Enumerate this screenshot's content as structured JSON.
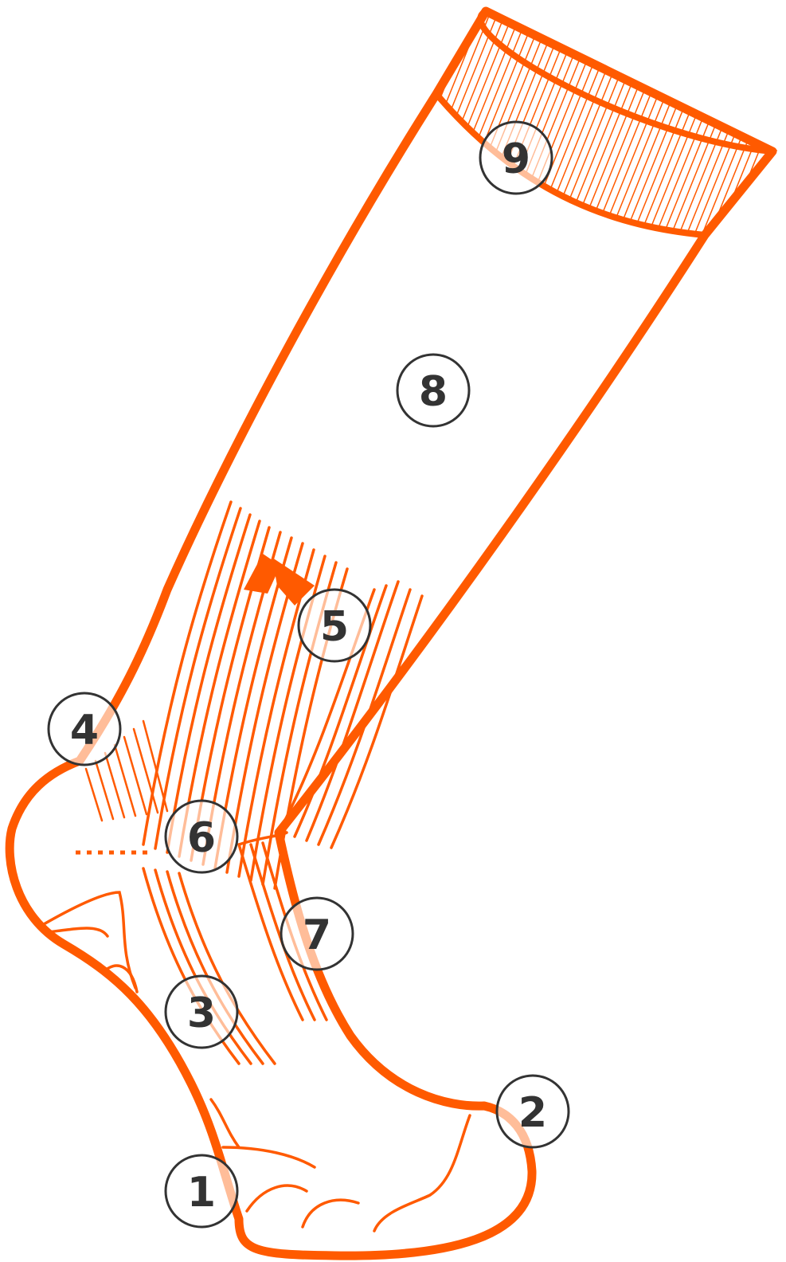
{
  "diagram": {
    "accent_color": "#FF5A00",
    "marker_stroke_color": "#333333",
    "markers": [
      {
        "label": "1"
      },
      {
        "label": "2"
      },
      {
        "label": "3"
      },
      {
        "label": "4"
      },
      {
        "label": "5"
      },
      {
        "label": "6"
      },
      {
        "label": "7"
      },
      {
        "label": "8"
      },
      {
        "label": "9"
      }
    ]
  }
}
